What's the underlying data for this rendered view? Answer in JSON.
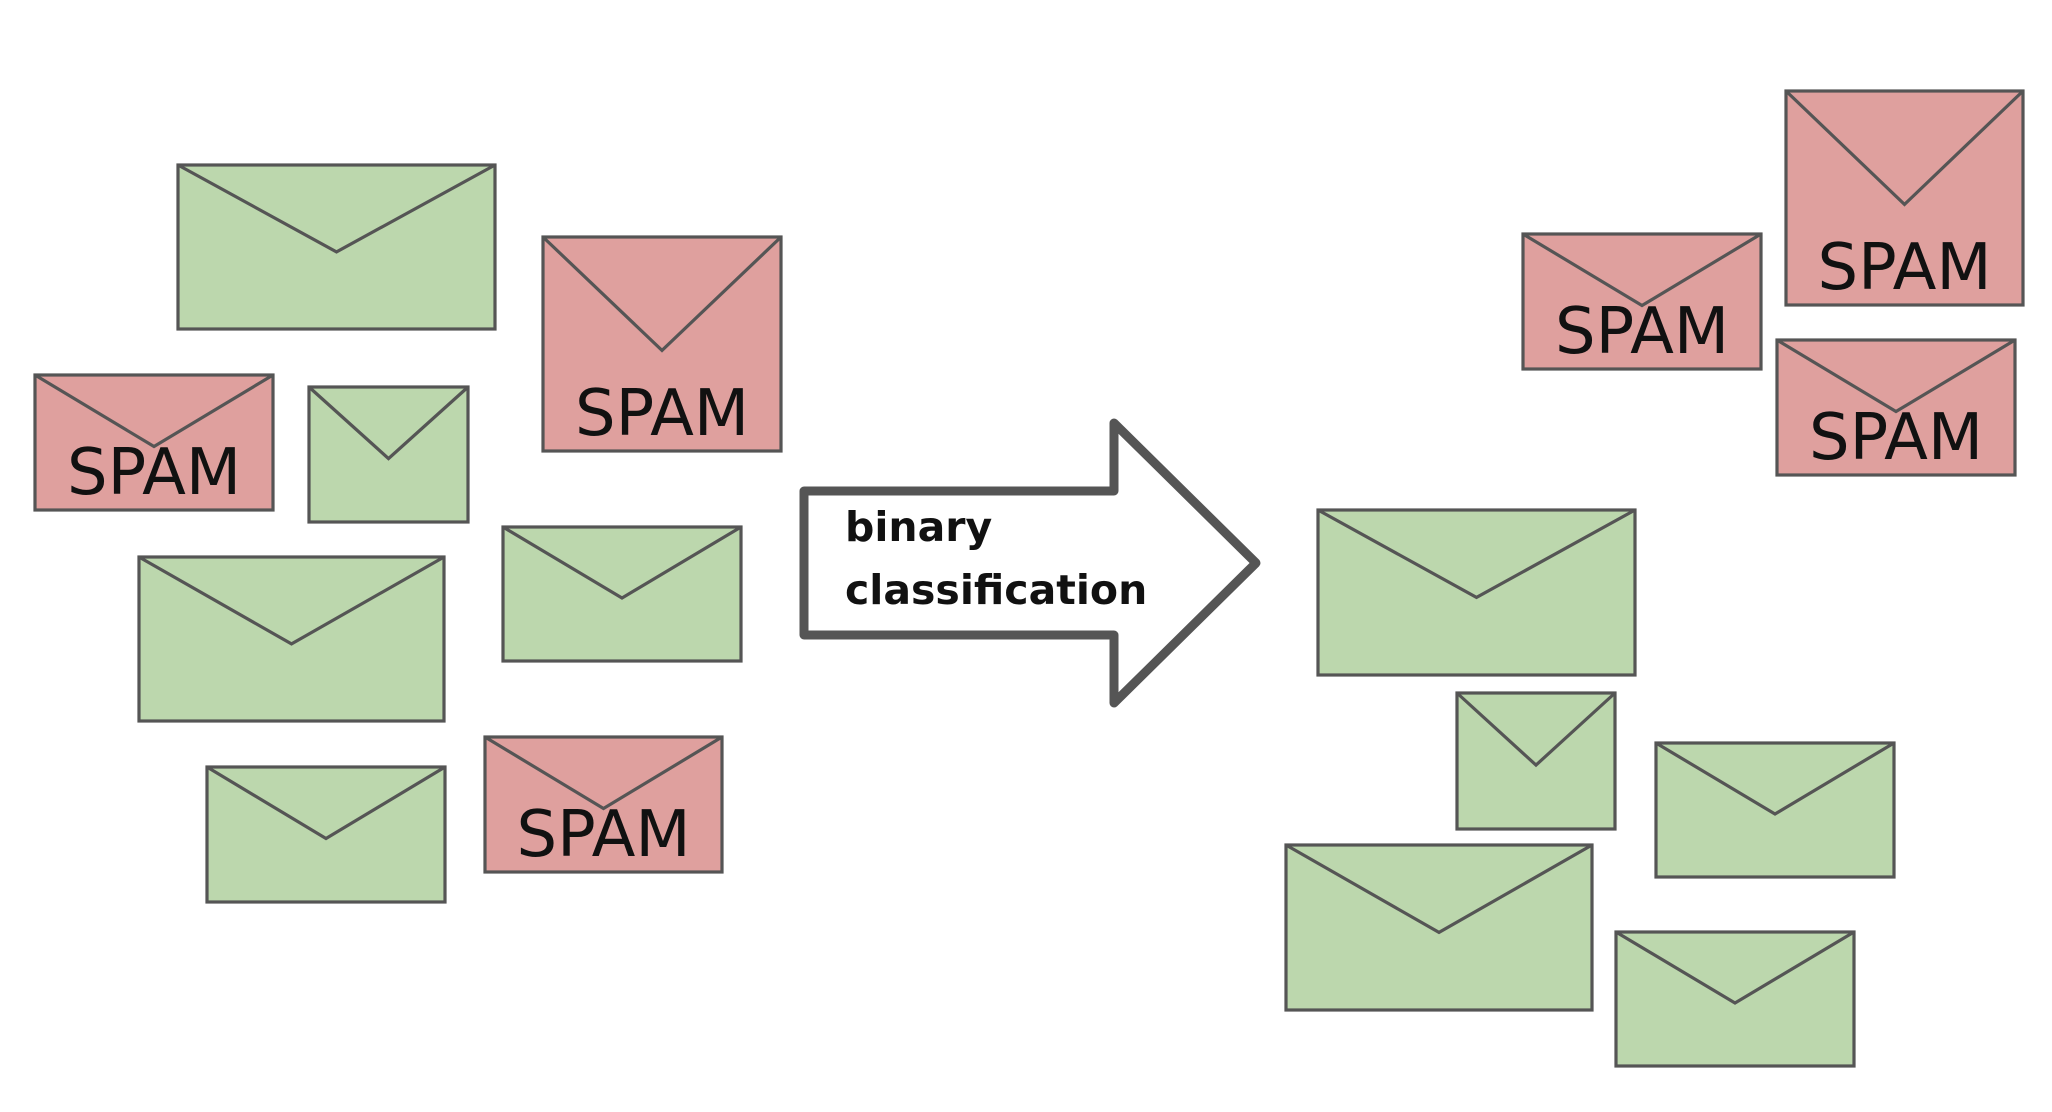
{
  "colors": {
    "ham_fill": "#bcd7ad",
    "spam_fill": "#dfa09e",
    "stroke": "#555555",
    "text": "#111111"
  },
  "spam_label": "SPAM",
  "arrow": {
    "line1": "binary",
    "line2": "classification"
  },
  "groups": {
    "input": {
      "emails": [
        {
          "kind": "ham"
        },
        {
          "kind": "spam"
        },
        {
          "kind": "spam"
        },
        {
          "kind": "ham"
        },
        {
          "kind": "ham"
        },
        {
          "kind": "ham"
        },
        {
          "kind": "ham"
        },
        {
          "kind": "spam"
        }
      ]
    },
    "output_spam": {
      "emails": [
        {
          "kind": "spam"
        },
        {
          "kind": "spam"
        },
        {
          "kind": "spam"
        }
      ]
    },
    "output_ham": {
      "emails": [
        {
          "kind": "ham"
        },
        {
          "kind": "ham"
        },
        {
          "kind": "ham"
        },
        {
          "kind": "ham"
        },
        {
          "kind": "ham"
        }
      ]
    }
  }
}
